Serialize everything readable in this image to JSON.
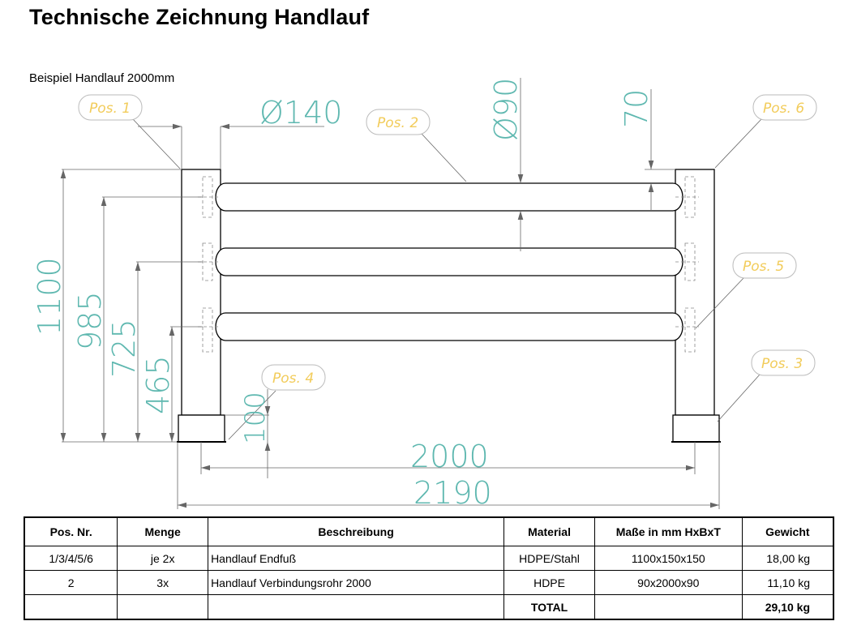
{
  "title": "Technische Zeichnung Handlauf",
  "subtitle": "Beispiel Handlauf 2000mm",
  "labels": {
    "pos1": "Pos. 1",
    "pos2": "Pos. 2",
    "pos3": "Pos. 3",
    "pos4": "Pos. 4",
    "pos5": "Pos. 5",
    "pos6": "Pos. 6"
  },
  "dimensions": {
    "d140": "Ø140",
    "d90": "Ø90",
    "d70": "70",
    "h1100": "1100",
    "h985": "985",
    "h725": "725",
    "h465": "465",
    "h100": "100",
    "w2000": "2000",
    "w2190": "2190"
  },
  "table": {
    "headers": [
      "Pos. Nr.",
      "Menge",
      "Beschreibung",
      "Material",
      "Maße in mm HxBxT",
      "Gewicht"
    ],
    "rows": [
      [
        "1/3/4/5/6",
        "je 2x",
        "Handlauf Endfuß",
        "HDPE/Stahl",
        "1100x150x150",
        "18,00 kg"
      ],
      [
        "2",
        "3x",
        "Handlauf Verbindungsrohr 2000",
        "HDPE",
        "90x2000x90",
        "11,10 kg"
      ]
    ],
    "total_label": "TOTAL",
    "total_value": "29,10 kg"
  },
  "colors": {
    "dimension": "#5fb8b0",
    "position_label": "#f2cc5b",
    "line": "#000000"
  }
}
